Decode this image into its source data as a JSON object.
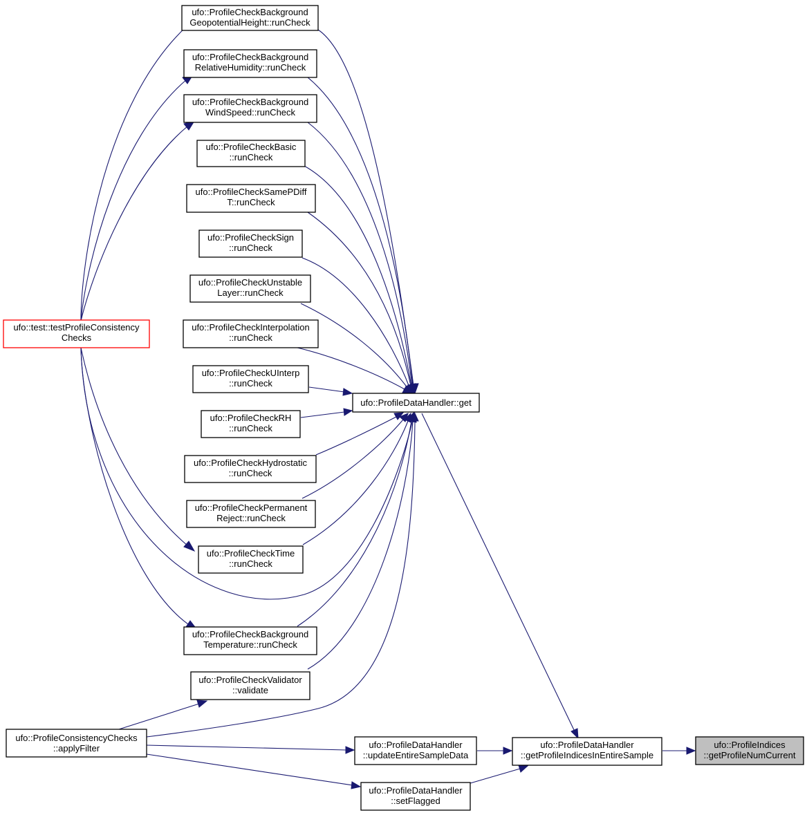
{
  "diagram": {
    "nodes": {
      "gph": [
        "ufo::ProfileCheckBackground",
        "GeopotentialHeight::runCheck"
      ],
      "rh": [
        "ufo::ProfileCheckBackground",
        "RelativeHumidity::runCheck"
      ],
      "ws": [
        "ufo::ProfileCheckBackground",
        "WindSpeed::runCheck"
      ],
      "basic": [
        "ufo::ProfileCheckBasic",
        "::runCheck"
      ],
      "samepdiff": [
        "ufo::ProfileCheckSamePDiff",
        "T::runCheck"
      ],
      "sign": [
        "ufo::ProfileCheckSign",
        "::runCheck"
      ],
      "unstable": [
        "ufo::ProfileCheckUnstable",
        "Layer::runCheck"
      ],
      "interp": [
        "ufo::ProfileCheckInterpolation",
        "::runCheck"
      ],
      "uinterp": [
        "ufo::ProfileCheckUInterp",
        "::runCheck"
      ],
      "rhchk": [
        "ufo::ProfileCheckRH",
        "::runCheck"
      ],
      "hydro": [
        "ufo::ProfileCheckHydrostatic",
        "::runCheck"
      ],
      "perm": [
        "ufo::ProfileCheckPermanent",
        "Reject::runCheck"
      ],
      "time": [
        "ufo::ProfileCheckTime",
        "::runCheck"
      ],
      "temp": [
        "ufo::ProfileCheckBackground",
        "Temperature::runCheck"
      ],
      "validator": [
        "ufo::ProfileCheckValidator",
        "::validate"
      ],
      "test": [
        "ufo::test::testProfileConsistency",
        "Checks"
      ],
      "apply": [
        "ufo::ProfileConsistencyChecks",
        "::applyFilter"
      ],
      "get": [
        "ufo::ProfileDataHandler::get"
      ],
      "update": [
        "ufo::ProfileDataHandler",
        "::updateEntireSampleData"
      ],
      "setflag": [
        "ufo::ProfileDataHandler",
        "::setFlagged"
      ],
      "getidx": [
        "ufo::ProfileDataHandler",
        "::getProfileIndicesInEntireSample"
      ],
      "root": [
        "ufo::ProfileIndices",
        "::getProfileNumCurrent"
      ]
    },
    "colors": {
      "edge": "#191970",
      "root_fill": "#bfbfbf",
      "entry_border": "#ff0000",
      "node_border": "#000000"
    }
  }
}
